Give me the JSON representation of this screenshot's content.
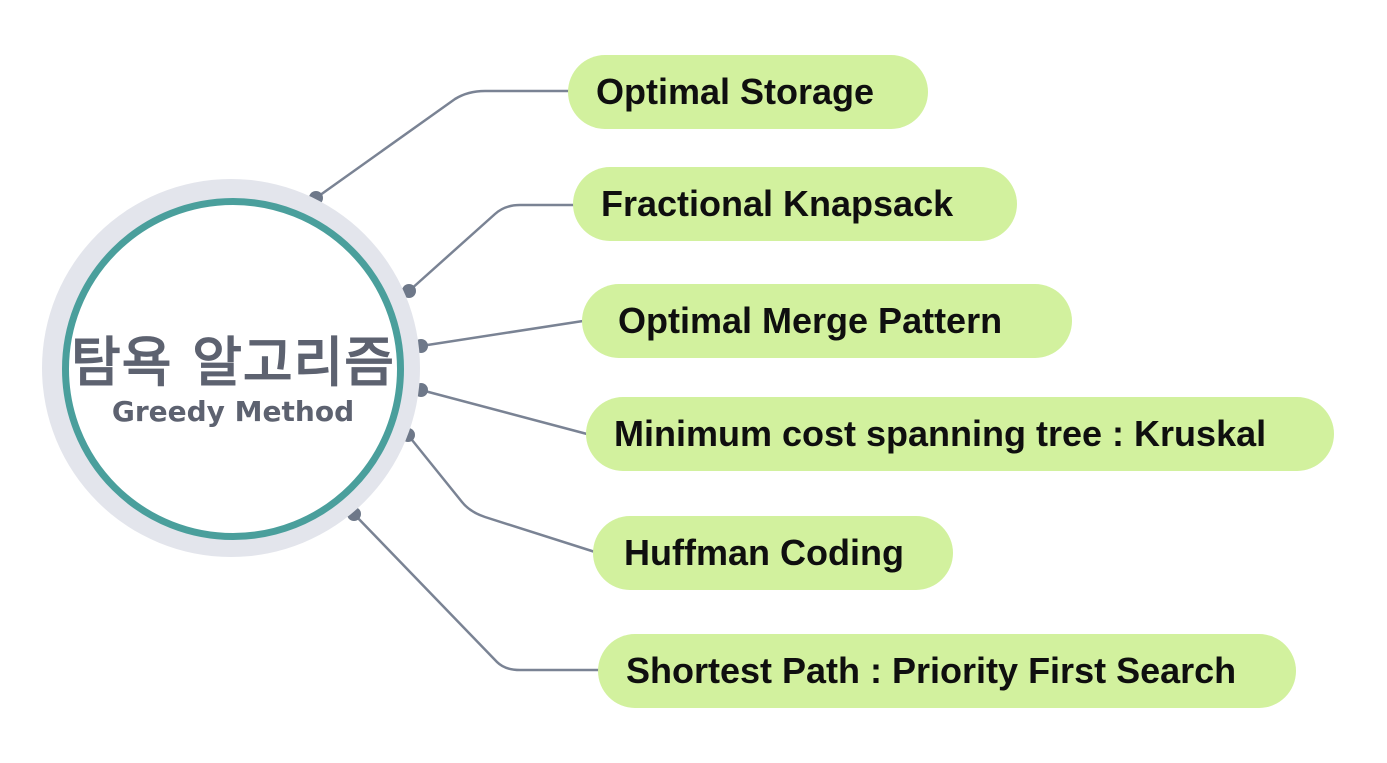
{
  "hub": {
    "title": "탐욕 알고리즘",
    "subtitle": "Greedy Method"
  },
  "branches": [
    {
      "label": "Optimal Storage"
    },
    {
      "label": "Fractional Knapsack"
    },
    {
      "label": "Optimal Merge Pattern"
    },
    {
      "label": "Minimum cost spanning tree : Kruskal"
    },
    {
      "label": "Huffman Coding"
    },
    {
      "label": "Shortest Path : Priority First Search"
    }
  ],
  "colors": {
    "hub_ring_outer": "#e3e5ec",
    "hub_ring_accent": "#4a9f9c",
    "hub_text": "#5d6270",
    "node_fill": "#d2f19e",
    "node_text": "#0f0f0f",
    "connector": "#7a8394",
    "connector_dot": "#6e7889"
  }
}
